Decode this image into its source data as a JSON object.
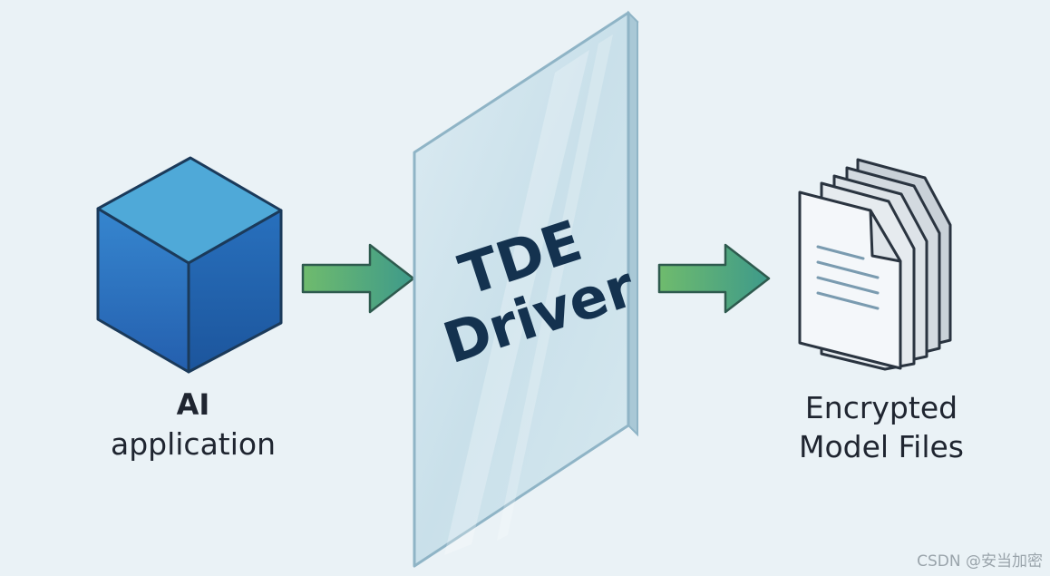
{
  "source": {
    "label_line1": "AI",
    "label_line2": "application",
    "icon": "cube-icon"
  },
  "driver": {
    "label_line1": "TDE",
    "label_line2": "Driver",
    "icon": "glass-panel"
  },
  "target": {
    "label_line1": "Encrypted",
    "label_line2": "Model Files",
    "icon": "document-stack-icon"
  },
  "flow": {
    "arrow_icon": "arrow-right-icon",
    "arrow_gradient": [
      "#6fbb6d",
      "#3e9a8a"
    ]
  },
  "colors": {
    "background": "#eaf2f6",
    "cube_top": "#4fa9d8",
    "cube_left": "#2e76c0",
    "cube_right": "#1e5fa8",
    "cube_outline": "#1b3a5a",
    "glass": "#cfe3ec",
    "glass_edge": "#8fb4c6",
    "driver_text": "#14324f",
    "doc_fill": "#f4f7fa",
    "doc_outline": "#2a3440"
  },
  "watermark": "CSDN @安当加密"
}
